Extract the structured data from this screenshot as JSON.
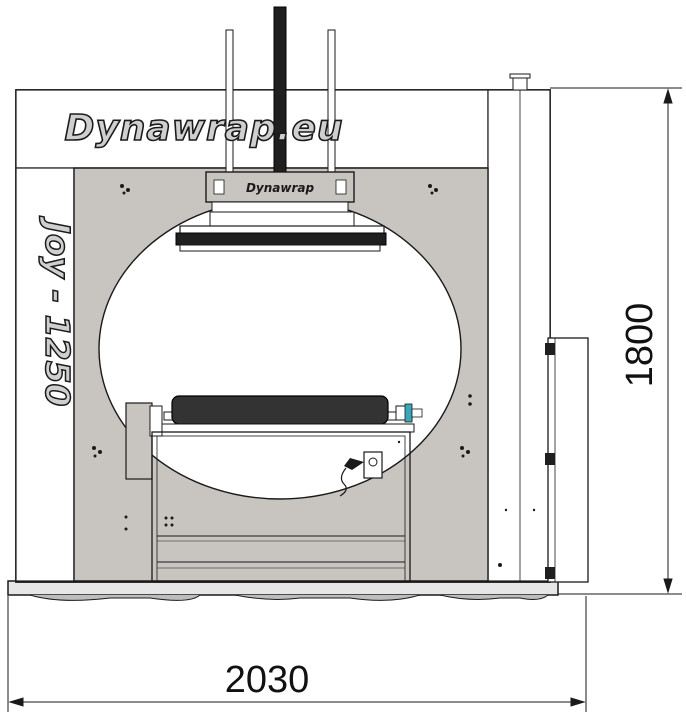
{
  "machine": {
    "brand_label": "Dynawrap.eu",
    "model_label": "Joy - 1250",
    "head_badge": "Dynawrap"
  },
  "dimensions": {
    "height_label": "1800",
    "width_label": "2030"
  },
  "colors": {
    "panel_gray": "#c8c4c0",
    "line": "#1a1a1a",
    "roller": "#333333",
    "frame_white": "#ffffff",
    "accent_teal": "#3aa6b9"
  }
}
